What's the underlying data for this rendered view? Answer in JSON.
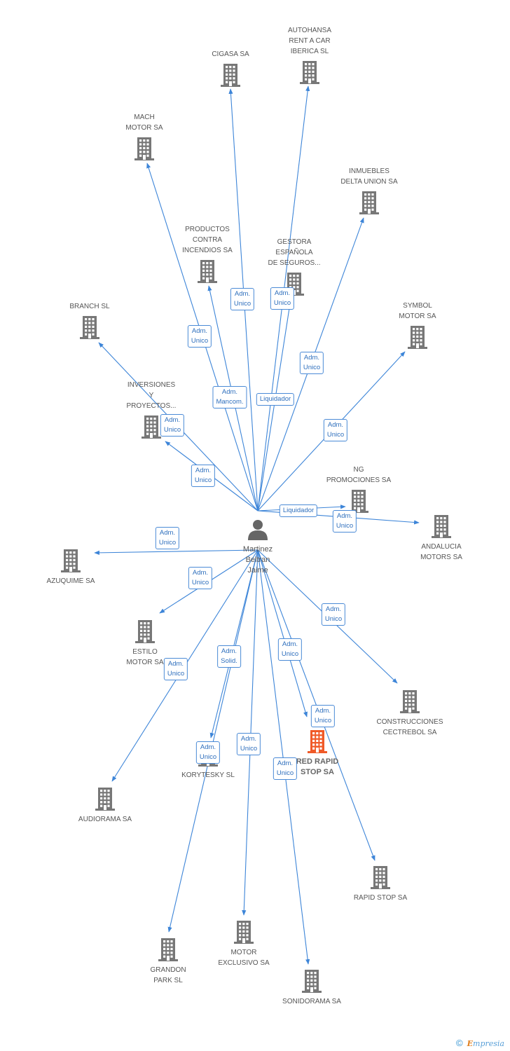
{
  "person": {
    "name": "Martinez\nBeltran\nJaime",
    "icon": "person-icon"
  },
  "colors": {
    "edge": "#3d85d8",
    "building": "#777777",
    "highlight": "#f05a28"
  },
  "companies": [
    {
      "id": "cigasa",
      "name": "CIGASA SA"
    },
    {
      "id": "autohansa",
      "name": "AUTOHANSA\nRENT A CAR\nIBERICA SL"
    },
    {
      "id": "mach",
      "name": "MACH\nMOTOR SA"
    },
    {
      "id": "inmuebles",
      "name": "INMUEBLES\nDELTA UNION SA"
    },
    {
      "id": "productos",
      "name": "PRODUCTOS\nCONTRA\nINCENDIOS SA"
    },
    {
      "id": "gestora",
      "name": "GESTORA\nESPAÑOLA\nDE SEGUROS..."
    },
    {
      "id": "branch",
      "name": "BRANCH SL"
    },
    {
      "id": "symbol",
      "name": "SYMBOL\nMOTOR SA"
    },
    {
      "id": "inversiones",
      "name": "INVERSIONES\nY\nPROYECTOS..."
    },
    {
      "id": "ng",
      "name": "NG\nPROMOCIONES SA"
    },
    {
      "id": "andalucia",
      "name": "ANDALUCIA\nMOTORS SA"
    },
    {
      "id": "azuquime",
      "name": "AZUQUIME SA"
    },
    {
      "id": "estilo",
      "name": "ESTILO\nMOTOR SA"
    },
    {
      "id": "construcciones",
      "name": "CONSTRUCCIONES\nCECTREBOL SA"
    },
    {
      "id": "redrapid",
      "name": "RED RAPID\nSTOP SA"
    },
    {
      "id": "korytesky",
      "name": "KORYTESKY SL"
    },
    {
      "id": "audiorama",
      "name": "AUDIORAMA SA"
    },
    {
      "id": "rapidstop",
      "name": "RAPID STOP SA"
    },
    {
      "id": "grandon",
      "name": "GRANDON\nPARK SL"
    },
    {
      "id": "motorexclusivo",
      "name": "MOTOR\nEXCLUSIVO SA"
    },
    {
      "id": "sonidorama",
      "name": "SONIDORAMA SA"
    }
  ],
  "relations": [
    {
      "to": "cigasa",
      "label": "Adm.\nUnico"
    },
    {
      "to": "autohansa",
      "label": "Adm.\nUnico"
    },
    {
      "to": "mach",
      "label": "Adm.\nUnico"
    },
    {
      "to": "inmuebles",
      "label": "Adm.\nUnico"
    },
    {
      "to": "productos",
      "label": "Adm.\nMancom."
    },
    {
      "to": "gestora",
      "label": "Liquidador"
    },
    {
      "to": "branch",
      "label": "Adm.\nUnico"
    },
    {
      "to": "symbol",
      "label": "Adm.\nUnico"
    },
    {
      "to": "inversiones",
      "label": "Adm.\nUnico"
    },
    {
      "to": "ng",
      "label": "Liquidador"
    },
    {
      "to": "andalucia",
      "label": "Adm.\nUnico"
    },
    {
      "to": "azuquime",
      "label": "Adm.\nUnico"
    },
    {
      "to": "estilo",
      "label": "Adm.\nUnico"
    },
    {
      "to": "construcciones",
      "label": "Adm.\nUnico"
    },
    {
      "to": "redrapid",
      "label": "Adm.\nUnico"
    },
    {
      "to": "korytesky",
      "label": "Adm.\nSolid."
    },
    {
      "to": "audiorama",
      "label": "Adm.\nUnico"
    },
    {
      "to": "rapidstop",
      "label": "Adm.\nUnico"
    },
    {
      "to": "grandon",
      "label": "Adm.\nUnico"
    },
    {
      "to": "motorexclusivo",
      "label": "Adm.\nUnico"
    },
    {
      "to": "sonidorama",
      "label": "Adm.\nUnico"
    }
  ],
  "footer": {
    "copyright": "©",
    "brand_initial": "E",
    "brand_rest": "mpresia"
  }
}
